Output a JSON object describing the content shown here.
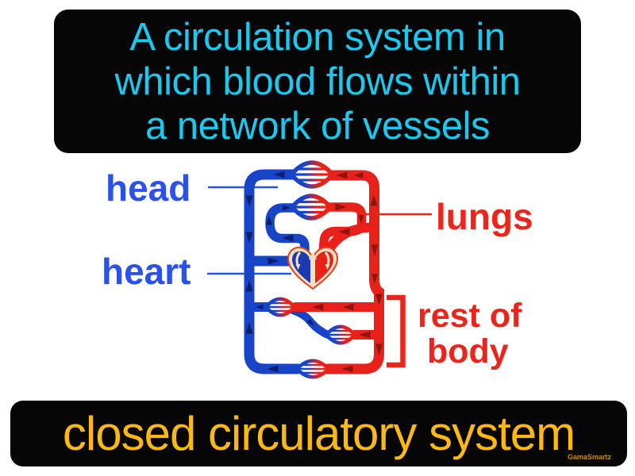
{
  "definition_box": {
    "lines": [
      "A circulation system in",
      "which blood flows within",
      "a network of vessels"
    ],
    "text_color": "#1cc8ee",
    "bg_color": "#060606"
  },
  "term_box": {
    "label": "closed circulatory system",
    "text_color": "#fcb813",
    "bg_color": "#060606"
  },
  "watermark": "GamaSmartz",
  "diagram": {
    "labels": {
      "head": "head",
      "lungs": "lungs",
      "heart": "heart",
      "rest_of_body_line1": "rest of",
      "rest_of_body_line2": "body"
    },
    "colors": {
      "vein_blue": "#1844c8",
      "artery_red": "#e8211b",
      "arrow_navy": "#0a1e70",
      "arrow_maroon": "#8e1410",
      "label_blue": "#2b52e8",
      "label_red": "#e9251c",
      "heart_cream": "#f6dec2"
    }
  }
}
